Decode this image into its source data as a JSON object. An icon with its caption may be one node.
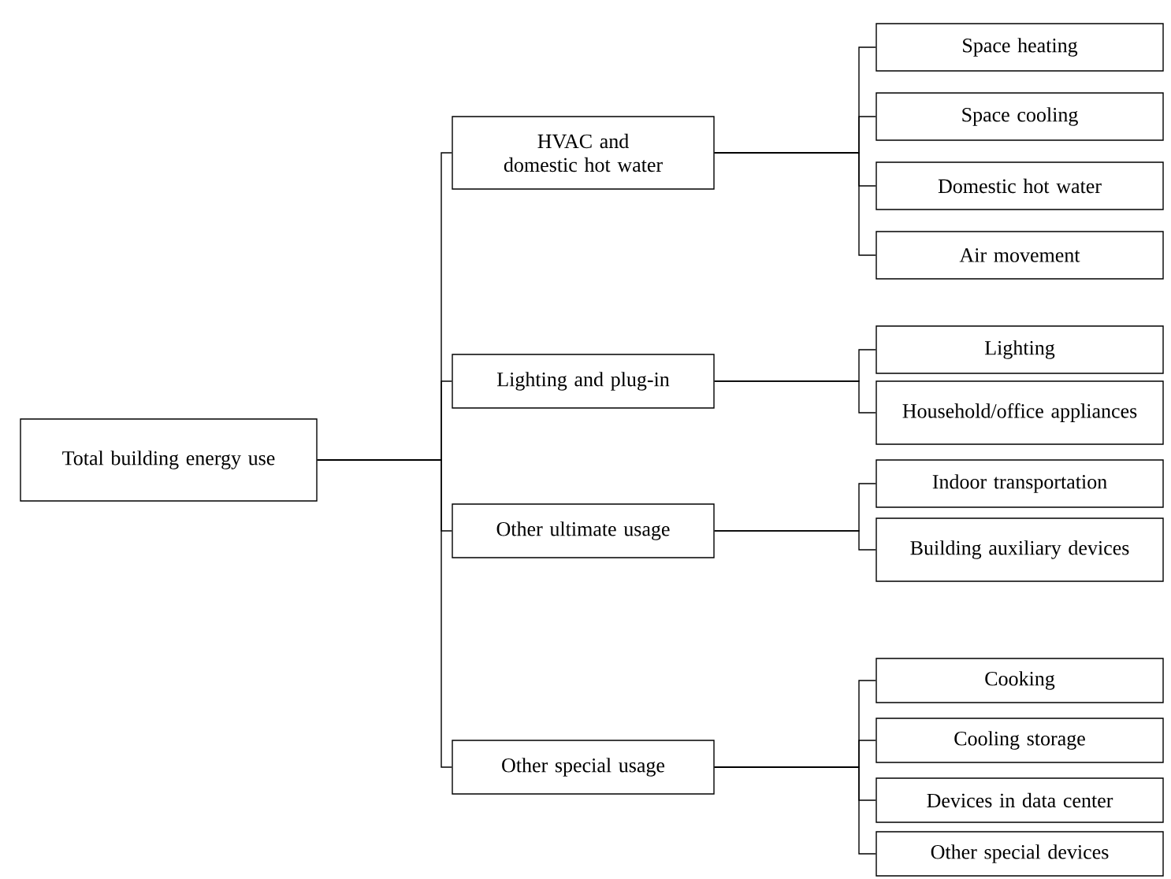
{
  "diagram": {
    "nodes": [
      {
        "text": [
          "Total building energy use"
        ]
      },
      {
        "text": [
          "HVAC and domestic hot water"
        ]
      },
      {
        "text": [
          "Lighting and plug-in"
        ]
      },
      {
        "text": [
          "Other ultimate usage"
        ]
      },
      {
        "text": [
          "Other special usage"
        ]
      },
      {
        "text": [
          "Space heating"
        ]
      },
      {
        "text": [
          "Space cooling"
        ]
      },
      {
        "text": [
          "Domestic hot water"
        ]
      },
      {
        "text": [
          "Air movement"
        ]
      },
      {
        "text": [
          "Lighting"
        ]
      },
      {
        "text": [
          "Household/office appliances"
        ]
      },
      {
        "text": [
          "Indoor transportation"
        ]
      },
      {
        "text": [
          "Building auxiliary devices"
        ]
      },
      {
        "text": [
          "Cooking"
        ]
      },
      {
        "text": [
          "Cooling storage"
        ]
      },
      {
        "text": [
          "Devices in data center"
        ]
      },
      {
        "text": [
          "Other special devices"
        ]
      }
    ],
    "edges": [
      {
        "from": 0,
        "to": 1,
        "arrow": "none"
      },
      {
        "from": 0,
        "to": 2,
        "arrow": "none"
      },
      {
        "from": 0,
        "to": 3,
        "arrow": "none"
      },
      {
        "from": 0,
        "to": 4,
        "arrow": "none"
      },
      {
        "from": 1,
        "to": 5,
        "arrow": "none"
      },
      {
        "from": 1,
        "to": 6,
        "arrow": "none"
      },
      {
        "from": 1,
        "to": 7,
        "arrow": "none"
      },
      {
        "from": 1,
        "to": 8,
        "arrow": "none"
      },
      {
        "from": 2,
        "to": 9,
        "arrow": "none"
      },
      {
        "from": 2,
        "to": 10,
        "arrow": "none"
      },
      {
        "from": 3,
        "to": 11,
        "arrow": "none"
      },
      {
        "from": 3,
        "to": 12,
        "arrow": "none"
      },
      {
        "from": 4,
        "to": 13,
        "arrow": "none"
      },
      {
        "from": 4,
        "to": 14,
        "arrow": "none"
      },
      {
        "from": 4,
        "to": 15,
        "arrow": "none"
      },
      {
        "from": 4,
        "to": 16,
        "arrow": "none"
      }
    ]
  }
}
